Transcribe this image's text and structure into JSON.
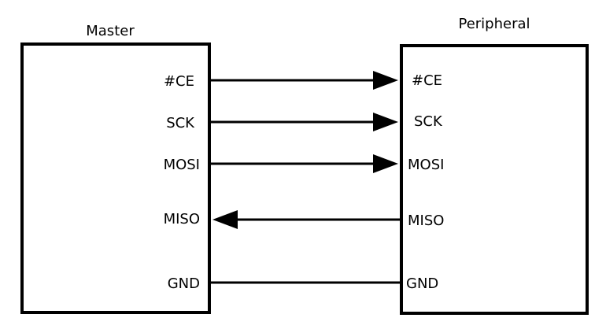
{
  "master": {
    "title": "Master",
    "pins": {
      "ce": "#CE",
      "sck": "SCK",
      "mosi": "MOSI",
      "miso": "MISO",
      "gnd": "GND"
    }
  },
  "peripheral": {
    "title": "Peripheral",
    "pins": {
      "ce": "#CE",
      "sck": "SCK",
      "mosi": "MOSI",
      "miso": "MISO",
      "gnd": "GND"
    }
  },
  "connections": [
    {
      "signal": "#CE",
      "direction": "master-to-peripheral"
    },
    {
      "signal": "SCK",
      "direction": "master-to-peripheral"
    },
    {
      "signal": "MOSI",
      "direction": "master-to-peripheral"
    },
    {
      "signal": "MISO",
      "direction": "peripheral-to-master"
    },
    {
      "signal": "GND",
      "direction": "none"
    }
  ]
}
